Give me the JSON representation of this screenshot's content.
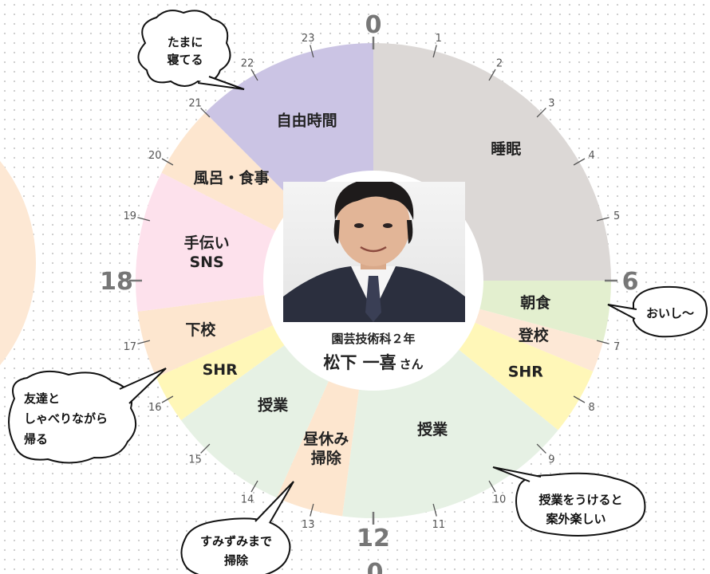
{
  "chart_data": {
    "type": "pie",
    "subtype": "24-hour-clock",
    "segments": [
      {
        "label": "睡眠",
        "start": 0,
        "end": 6,
        "color": "#dcd8d6"
      },
      {
        "label": "朝食",
        "start": 6,
        "end": 7,
        "color": "#e3efcf"
      },
      {
        "label": "登校",
        "start": 7,
        "end": 7.5,
        "color": "#fde8d6"
      },
      {
        "label": "SHR",
        "start": 7.5,
        "end": 8.6,
        "color": "#fff7b8"
      },
      {
        "label": "授業",
        "start": 8.6,
        "end": 12.5,
        "color": "#e6f1e4"
      },
      {
        "label": "昼休み\n掃除",
        "start": 12.5,
        "end": 13.6,
        "color": "#fde6cf"
      },
      {
        "label": "授業",
        "start": 13.6,
        "end": 15.6,
        "color": "#e6f1e4"
      },
      {
        "label": "SHR",
        "start": 15.6,
        "end": 16.4,
        "color": "#fff7b8"
      },
      {
        "label": "下校",
        "start": 16.4,
        "end": 17.5,
        "color": "#fde6cf"
      },
      {
        "label": "手伝い\nSNS",
        "start": 17.5,
        "end": 19.8,
        "color": "#fde1ec"
      },
      {
        "label": "風呂・食事",
        "start": 19.8,
        "end": 21,
        "color": "#fde6cf"
      },
      {
        "label": "自由時間",
        "start": 21,
        "end": 24,
        "color": "#cbc4e4"
      }
    ],
    "hour_labels": [
      "0",
      "1",
      "2",
      "3",
      "4",
      "5",
      "6",
      "7",
      "8",
      "9",
      "10",
      "11",
      "12",
      "13",
      "14",
      "15",
      "16",
      "17",
      "18",
      "19",
      "20",
      "21",
      "22",
      "23"
    ],
    "major_hours": [
      0,
      6,
      12,
      18
    ],
    "bottom_label": "0"
  },
  "center": {
    "department": "園芸技術科２年",
    "name": "松下 一喜",
    "suffix": "さん"
  },
  "bubbles": [
    {
      "id": "sleep-bubble",
      "lines": [
        "たまに",
        "寝てる"
      ]
    },
    {
      "id": "breakfast-bubble",
      "lines": [
        "おいし〜"
      ]
    },
    {
      "id": "walk-home-bubble",
      "lines": [
        "友達と",
        "しゃべりながら",
        "帰る"
      ]
    },
    {
      "id": "class-bubble",
      "lines": [
        "授業をうけると",
        "案外楽しい"
      ]
    },
    {
      "id": "cleaning-bubble",
      "lines": [
        "すみずみまで",
        "掃除"
      ]
    }
  ],
  "colors": {
    "major_tick": "#777777",
    "outline": "#111111",
    "side_circle": "#fde8d4"
  }
}
